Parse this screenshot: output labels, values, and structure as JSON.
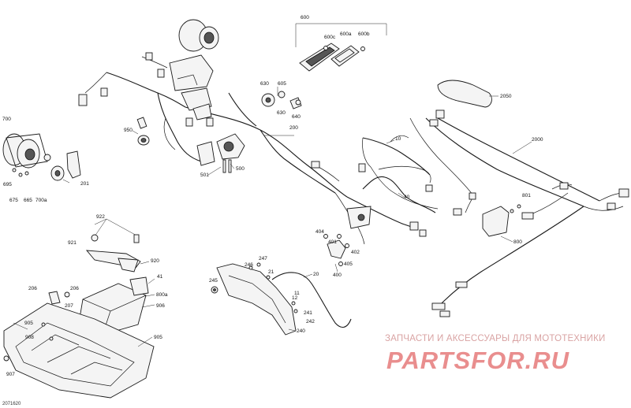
{
  "labels": {
    "l600": "600",
    "l600c": "600c",
    "l600a": "600a",
    "l600b": "600b",
    "l2050": "2050",
    "l2000": "2000",
    "l10": "10",
    "l200": "200",
    "l630a": "630",
    "l605": "605",
    "l630b": "630",
    "l640": "640",
    "l950": "950",
    "l700": "700",
    "l695": "695",
    "l675": "675",
    "l665": "665",
    "l700a": "700a",
    "l201": "201",
    "l501": "501",
    "l500": "500",
    "l40": "40",
    "l801": "801",
    "l800": "800",
    "l922": "922",
    "l921": "921",
    "l920": "920",
    "l41": "41",
    "l206a": "206",
    "l206b": "206",
    "l207": "207",
    "l800a": "800a",
    "l906": "906",
    "l905": "905",
    "l908": "908",
    "l905b": "905",
    "l907": "907",
    "l404": "404",
    "l401": "401",
    "l402": "402",
    "l405": "405",
    "l400": "400",
    "l246": "246",
    "l247": "247",
    "l21": "21",
    "l245": "245",
    "l20": "20",
    "l11": "11",
    "l12": "12",
    "l241": "241",
    "l242": "242",
    "l240": "240"
  },
  "watermark": {
    "tagline": "ЗАПЧАСТИ И АКСЕССУАРЫ ДЛЯ МОТОТЕХНИКИ",
    "logo": "PARTSFOR.RU"
  },
  "diagram_code": "2071620"
}
